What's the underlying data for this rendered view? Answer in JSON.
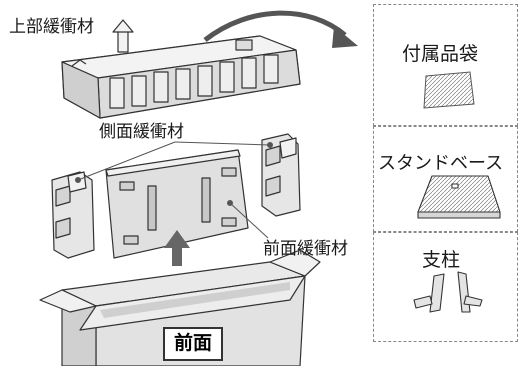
{
  "labels": {
    "top_cushion": "上部緩衝材",
    "side_cushion": "側面緩衝材",
    "front_cushion": "前面緩衝材",
    "box_front": "前面"
  },
  "panels": {
    "accessory_bag": "付属品袋",
    "stand_base": "スタンドベース",
    "column": "支柱"
  },
  "colors": {
    "part_fill": "#e8e8e8",
    "part_stroke": "#333333",
    "arrow": "#555555",
    "panel_border": "#888888"
  }
}
